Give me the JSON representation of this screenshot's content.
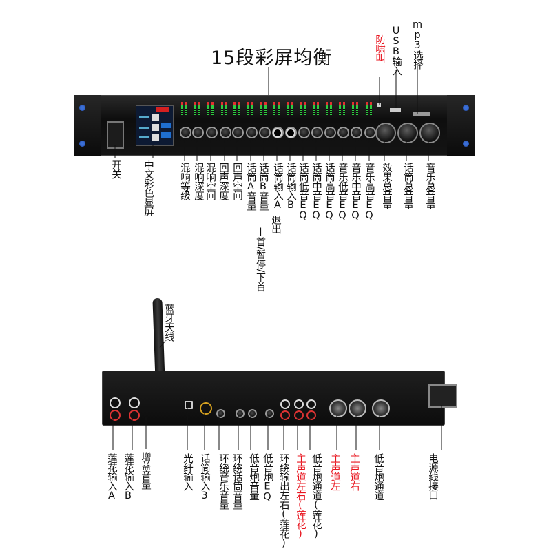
{
  "title": "15段彩屏均衡",
  "front_labels": [
    {
      "text": "开关",
      "red": false
    },
    {
      "text": "中文彩色显屏",
      "red": false
    },
    {
      "text": "混响等级",
      "red": false
    },
    {
      "text": "混响深度",
      "red": false
    },
    {
      "text": "混响空间",
      "red": false
    },
    {
      "text": "回声深度",
      "red": false
    },
    {
      "text": "回声空间",
      "red": false
    },
    {
      "text": "话筒A音量",
      "red": false
    },
    {
      "text": "话筒B音量",
      "red": false
    },
    {
      "text": "话筒输入A",
      "red": false
    },
    {
      "text": "话筒输入B",
      "red": false
    },
    {
      "text": "话筒低音EQ",
      "red": false
    },
    {
      "text": "话筒中音EQ",
      "red": false
    },
    {
      "text": "话筒高音EQ",
      "red": false
    },
    {
      "text": "音乐低音EQ",
      "red": false
    },
    {
      "text": "音乐中音EQ",
      "red": false
    },
    {
      "text": "音乐高音EQ",
      "red": false
    },
    {
      "text": "效果总音量",
      "red": false
    },
    {
      "text": "话筒总音量",
      "red": false
    },
    {
      "text": "音乐总音量",
      "red": false
    }
  ],
  "transport_label_1": "退出",
  "transport_label_2": "上首/暂停/下首",
  "top_labels": [
    {
      "text": "防啸叫",
      "red": true
    },
    {
      "text": "USB输入",
      "red": false
    },
    {
      "text": "mp3选择",
      "red": false
    }
  ],
  "antenna_label": "蓝牙天线",
  "rear_labels": [
    {
      "text": "莲花输入A",
      "red": false
    },
    {
      "text": "莲花输入B",
      "red": false
    },
    {
      "text": "增益音量",
      "red": false
    },
    {
      "text": "光纤输入",
      "red": false
    },
    {
      "text": "话筒输入3",
      "red": false
    },
    {
      "text": "环绕音乐音量",
      "red": false
    },
    {
      "text": "环绕话筒音量",
      "red": false
    },
    {
      "text": "低音炮音量",
      "red": false
    },
    {
      "text": "低音炮EQ",
      "red": false
    },
    {
      "text": "环绕输出左右(莲花)",
      "red": false
    },
    {
      "text": "主声道左右(莲花)",
      "red": true
    },
    {
      "text": "低音炮通道(莲花)",
      "red": false
    },
    {
      "text": "主声道左",
      "red": true
    },
    {
      "text": "主声道右",
      "red": true
    },
    {
      "text": "低音炮通道",
      "red": false
    },
    {
      "text": "电源线接口",
      "red": false
    }
  ],
  "colors": {
    "red": "#e8141e",
    "text": "#111111",
    "panel": "#141414",
    "accent_blue": "#3b6fd6"
  }
}
